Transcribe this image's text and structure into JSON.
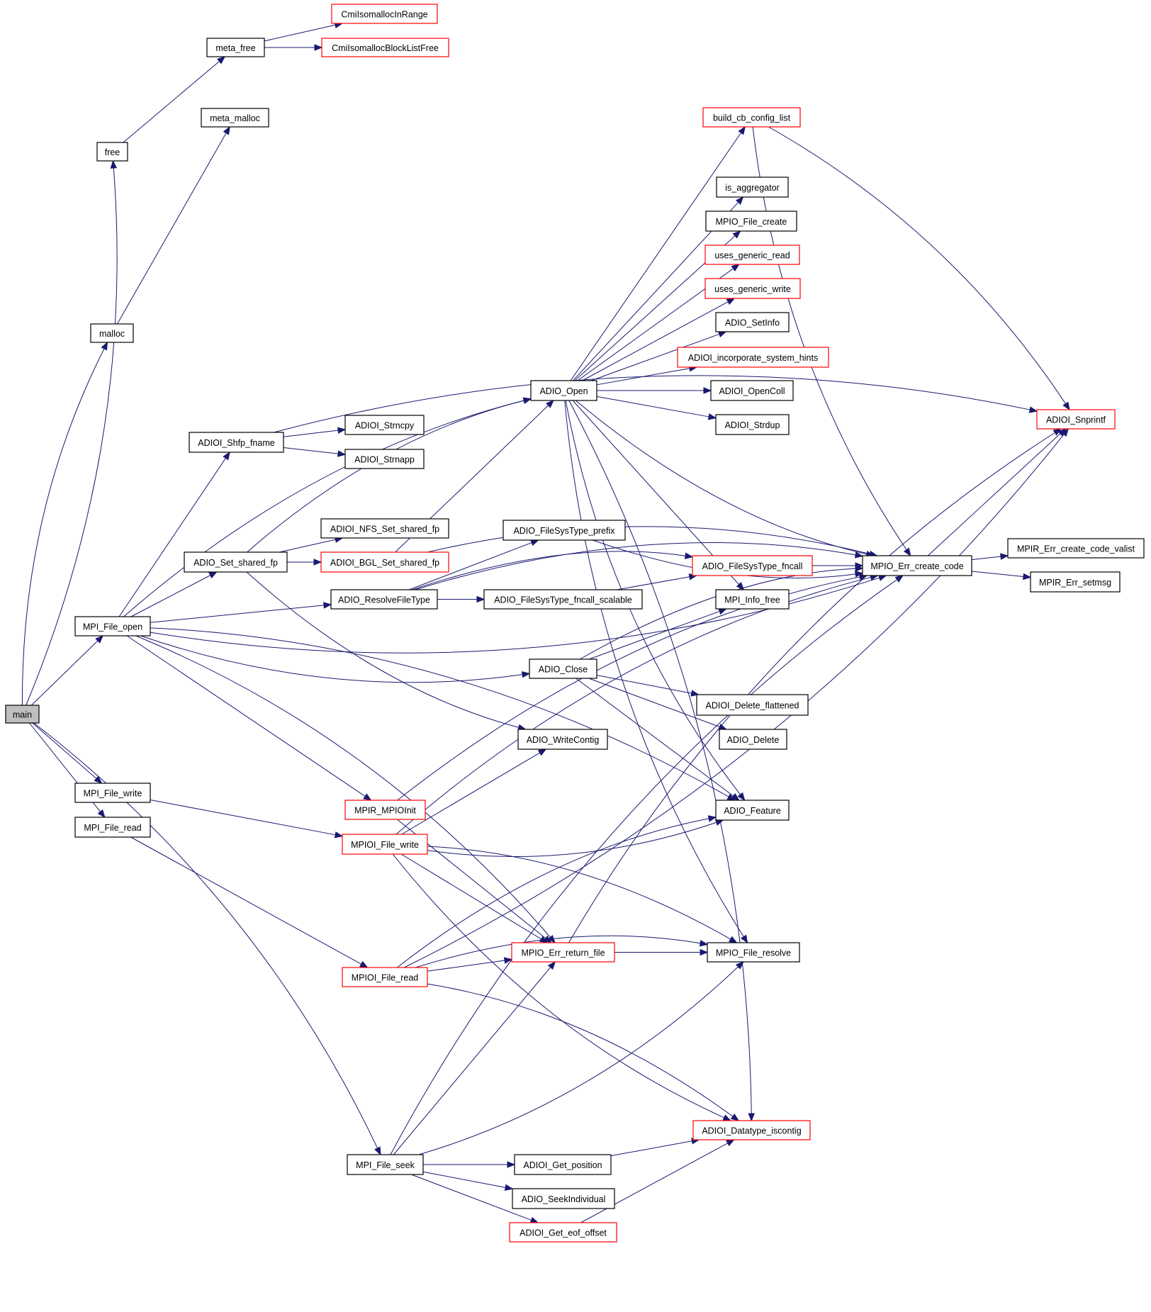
{
  "diagram": {
    "type": "call-graph",
    "colors": {
      "edge": "#191970",
      "node_border_default": "#000000",
      "node_border_incomplete": "#ff0000",
      "root_fill": "#bfbfbf"
    },
    "nodes": [
      {
        "id": "main",
        "label": "main",
        "style": "root"
      },
      {
        "id": "free",
        "label": "free",
        "style": "normal"
      },
      {
        "id": "meta_free",
        "label": "meta_free",
        "style": "normal"
      },
      {
        "id": "CmiIsomallocInRange",
        "label": "CmiIsomallocInRange",
        "style": "red"
      },
      {
        "id": "CmiIsomallocBlockListFree",
        "label": "CmiIsomallocBlockListFree",
        "style": "red"
      },
      {
        "id": "malloc",
        "label": "malloc",
        "style": "normal"
      },
      {
        "id": "meta_malloc",
        "label": "meta_malloc",
        "style": "normal"
      },
      {
        "id": "MPI_File_open",
        "label": "MPI_File_open",
        "style": "normal"
      },
      {
        "id": "MPI_File_write",
        "label": "MPI_File_write",
        "style": "normal"
      },
      {
        "id": "MPI_File_read",
        "label": "MPI_File_read",
        "style": "normal"
      },
      {
        "id": "MPI_File_seek",
        "label": "MPI_File_seek",
        "style": "normal"
      },
      {
        "id": "ADIOI_Shfp_fname",
        "label": "ADIOI_Shfp_fname",
        "style": "normal"
      },
      {
        "id": "ADIOI_Strncpy",
        "label": "ADIOI_Strncpy",
        "style": "normal"
      },
      {
        "id": "ADIOI_Strnapp",
        "label": "ADIOI_Strnapp",
        "style": "normal"
      },
      {
        "id": "ADIO_Set_shared_fp",
        "label": "ADIO_Set_shared_fp",
        "style": "normal"
      },
      {
        "id": "ADIOI_NFS_Set_shared_fp",
        "label": "ADIOI_NFS_Set_shared_fp",
        "style": "normal"
      },
      {
        "id": "ADIOI_BGL_Set_shared_fp",
        "label": "ADIOI_BGL_Set_shared_fp",
        "style": "red"
      },
      {
        "id": "ADIO_ResolveFileType",
        "label": "ADIO_ResolveFileType",
        "style": "normal"
      },
      {
        "id": "ADIO_FileSysType_prefix",
        "label": "ADIO_FileSysType_prefix",
        "style": "normal"
      },
      {
        "id": "ADIO_FileSysType_fncall",
        "label": "ADIO_FileSysType_fncall",
        "style": "red"
      },
      {
        "id": "ADIO_FileSysType_fncall_scalable",
        "label": "ADIO_FileSysType_fncall_scalable",
        "style": "normal"
      },
      {
        "id": "ADIO_Open",
        "label": "ADIO_Open",
        "style": "normal"
      },
      {
        "id": "build_cb_config_list",
        "label": "build_cb_config_list",
        "style": "red"
      },
      {
        "id": "is_aggregator",
        "label": "is_aggregator",
        "style": "normal"
      },
      {
        "id": "MPIO_File_create",
        "label": "MPIO_File_create",
        "style": "normal"
      },
      {
        "id": "uses_generic_read",
        "label": "uses_generic_read",
        "style": "red"
      },
      {
        "id": "uses_generic_write",
        "label": "uses_generic_write",
        "style": "red"
      },
      {
        "id": "ADIO_SetInfo",
        "label": "ADIO_SetInfo",
        "style": "normal"
      },
      {
        "id": "ADIOI_incorporate_system_hints",
        "label": "ADIOI_incorporate_system_hints",
        "style": "red"
      },
      {
        "id": "ADIOI_OpenColl",
        "label": "ADIOI_OpenColl",
        "style": "normal"
      },
      {
        "id": "ADIOI_Strdup",
        "label": "ADIOI_Strdup",
        "style": "normal"
      },
      {
        "id": "ADIOI_Snprintf",
        "label": "ADIOI_Snprintf",
        "style": "red"
      },
      {
        "id": "MPIO_Err_create_code",
        "label": "MPIO_Err_create_code",
        "style": "normal"
      },
      {
        "id": "MPIR_Err_create_code_valist",
        "label": "MPIR_Err_create_code_valist",
        "style": "normal"
      },
      {
        "id": "MPIR_Err_setmsg",
        "label": "MPIR_Err_setmsg",
        "style": "normal"
      },
      {
        "id": "MPI_Info_free",
        "label": "MPI_Info_free",
        "style": "normal"
      },
      {
        "id": "ADIO_Close",
        "label": "ADIO_Close",
        "style": "normal"
      },
      {
        "id": "ADIOI_Delete_flattened",
        "label": "ADIOI_Delete_flattened",
        "style": "normal"
      },
      {
        "id": "ADIO_Delete",
        "label": "ADIO_Delete",
        "style": "normal"
      },
      {
        "id": "ADIO_WriteContig",
        "label": "ADIO_WriteContig",
        "style": "normal"
      },
      {
        "id": "ADIO_Feature",
        "label": "ADIO_Feature",
        "style": "normal"
      },
      {
        "id": "MPIR_MPIOInit",
        "label": "MPIR_MPIOInit",
        "style": "red"
      },
      {
        "id": "MPIOI_File_write",
        "label": "MPIOI_File_write",
        "style": "red"
      },
      {
        "id": "MPIOI_File_read",
        "label": "MPIOI_File_read",
        "style": "red"
      },
      {
        "id": "MPIO_Err_return_file",
        "label": "MPIO_Err_return_file",
        "style": "red"
      },
      {
        "id": "MPIO_File_resolve",
        "label": "MPIO_File_resolve",
        "style": "normal"
      },
      {
        "id": "ADIOI_Datatype_iscontig",
        "label": "ADIOI_Datatype_iscontig",
        "style": "red"
      },
      {
        "id": "ADIOI_Get_position",
        "label": "ADIOI_Get_position",
        "style": "normal"
      },
      {
        "id": "ADIO_SeekIndividual",
        "label": "ADIO_SeekIndividual",
        "style": "normal"
      },
      {
        "id": "ADIOI_Get_eof_offset",
        "label": "ADIOI_Get_eof_offset",
        "style": "red"
      }
    ],
    "edges": [
      [
        "main",
        "free"
      ],
      [
        "main",
        "malloc"
      ],
      [
        "main",
        "MPI_File_open"
      ],
      [
        "main",
        "MPI_File_write"
      ],
      [
        "main",
        "MPI_File_read"
      ],
      [
        "main",
        "MPI_File_seek"
      ],
      [
        "free",
        "meta_free"
      ],
      [
        "meta_free",
        "CmiIsomallocInRange"
      ],
      [
        "meta_free",
        "CmiIsomallocBlockListFree"
      ],
      [
        "malloc",
        "meta_malloc"
      ],
      [
        "MPI_File_open",
        "ADIOI_Shfp_fname"
      ],
      [
        "MPI_File_open",
        "ADIO_Set_shared_fp"
      ],
      [
        "MPI_File_open",
        "ADIO_ResolveFileType"
      ],
      [
        "MPI_File_open",
        "ADIO_Open"
      ],
      [
        "MPI_File_open",
        "ADIO_Close"
      ],
      [
        "MPI_File_open",
        "ADIO_Feature"
      ],
      [
        "MPI_File_open",
        "MPIR_MPIOInit"
      ],
      [
        "MPI_File_open",
        "MPIO_Err_return_file"
      ],
      [
        "MPI_File_open",
        "MPIO_Err_create_code"
      ],
      [
        "ADIOI_Shfp_fname",
        "ADIOI_Strncpy"
      ],
      [
        "ADIOI_Shfp_fname",
        "ADIOI_Strnapp"
      ],
      [
        "ADIOI_Shfp_fname",
        "ADIOI_Snprintf"
      ],
      [
        "ADIO_Set_shared_fp",
        "ADIOI_NFS_Set_shared_fp"
      ],
      [
        "ADIO_Set_shared_fp",
        "ADIOI_BGL_Set_shared_fp"
      ],
      [
        "ADIO_Set_shared_fp",
        "ADIO_WriteContig"
      ],
      [
        "ADIO_Set_shared_fp",
        "ADIO_Open"
      ],
      [
        "ADIOI_BGL_Set_shared_fp",
        "ADIO_Open"
      ],
      [
        "ADIOI_BGL_Set_shared_fp",
        "MPIO_Err_create_code"
      ],
      [
        "ADIO_ResolveFileType",
        "ADIO_FileSysType_prefix"
      ],
      [
        "ADIO_ResolveFileType",
        "ADIO_FileSysType_fncall"
      ],
      [
        "ADIO_ResolveFileType",
        "ADIO_FileSysType_fncall_scalable"
      ],
      [
        "ADIO_ResolveFileType",
        "MPIO_Err_create_code"
      ],
      [
        "ADIO_FileSysType_prefix",
        "MPIO_Err_create_code"
      ],
      [
        "ADIO_FileSysType_fncall",
        "MPIO_Err_create_code"
      ],
      [
        "ADIO_FileSysType_fncall_scalable",
        "ADIO_FileSysType_fncall"
      ],
      [
        "ADIO_Open",
        "build_cb_config_list"
      ],
      [
        "ADIO_Open",
        "is_aggregator"
      ],
      [
        "ADIO_Open",
        "MPIO_File_create"
      ],
      [
        "ADIO_Open",
        "uses_generic_read"
      ],
      [
        "ADIO_Open",
        "uses_generic_write"
      ],
      [
        "ADIO_Open",
        "ADIO_SetInfo"
      ],
      [
        "ADIO_Open",
        "ADIOI_incorporate_system_hints"
      ],
      [
        "ADIO_Open",
        "ADIOI_OpenColl"
      ],
      [
        "ADIO_Open",
        "ADIOI_Strdup"
      ],
      [
        "ADIO_Open",
        "MPIO_Err_create_code"
      ],
      [
        "ADIO_Open",
        "MPI_Info_free"
      ],
      [
        "ADIO_Open",
        "ADIO_Feature"
      ],
      [
        "ADIO_Open",
        "ADIOI_Datatype_iscontig"
      ],
      [
        "ADIO_Open",
        "MPIO_File_resolve"
      ],
      [
        "build_cb_config_list",
        "ADIOI_Snprintf"
      ],
      [
        "build_cb_config_list",
        "MPIO_Err_create_code"
      ],
      [
        "MPIO_Err_create_code",
        "ADIOI_Snprintf"
      ],
      [
        "MPIO_Err_create_code",
        "MPIR_Err_create_code_valist"
      ],
      [
        "MPIO_Err_create_code",
        "MPIR_Err_setmsg"
      ],
      [
        "ADIO_Close",
        "MPI_Info_free"
      ],
      [
        "ADIO_Close",
        "ADIOI_Delete_flattened"
      ],
      [
        "ADIO_Close",
        "ADIO_Delete"
      ],
      [
        "ADIO_Close",
        "MPIO_Err_create_code"
      ],
      [
        "ADIO_Close",
        "ADIO_Feature"
      ],
      [
        "MPI_File_write",
        "MPIOI_File_write"
      ],
      [
        "MPI_File_read",
        "MPIOI_File_read"
      ],
      [
        "MPIR_MPIOInit",
        "MPIO_Err_create_code"
      ],
      [
        "MPIR_MPIOInit",
        "MPIO_Err_return_file"
      ],
      [
        "MPIOI_File_write",
        "ADIO_WriteContig"
      ],
      [
        "MPIOI_File_write",
        "ADIO_Feature"
      ],
      [
        "MPIOI_File_write",
        "MPIO_Err_create_code"
      ],
      [
        "MPIOI_File_write",
        "MPIO_Err_return_file"
      ],
      [
        "MPIOI_File_write",
        "MPIO_File_resolve"
      ],
      [
        "MPIOI_File_write",
        "ADIOI_Datatype_iscontig"
      ],
      [
        "MPIOI_File_read",
        "ADIO_Feature"
      ],
      [
        "MPIOI_File_read",
        "MPIO_Err_return_file"
      ],
      [
        "MPIOI_File_read",
        "MPIO_File_resolve"
      ],
      [
        "MPIOI_File_read",
        "ADIOI_Snprintf"
      ],
      [
        "MPIOI_File_read",
        "ADIOI_Datatype_iscontig"
      ],
      [
        "MPIO_Err_return_file",
        "MPIO_File_resolve"
      ],
      [
        "MPIO_Err_return_file",
        "ADIOI_Snprintf"
      ],
      [
        "MPI_File_seek",
        "ADIOI_Get_position"
      ],
      [
        "MPI_File_seek",
        "ADIO_SeekIndividual"
      ],
      [
        "MPI_File_seek",
        "ADIOI_Get_eof_offset"
      ],
      [
        "MPI_File_seek",
        "MPIO_Err_return_file"
      ],
      [
        "MPI_File_seek",
        "MPIO_File_resolve"
      ],
      [
        "MPI_File_seek",
        "MPIO_Err_create_code"
      ],
      [
        "ADIOI_Get_position",
        "ADIOI_Datatype_iscontig"
      ],
      [
        "ADIOI_Get_eof_offset",
        "ADIOI_Datatype_iscontig"
      ]
    ]
  }
}
